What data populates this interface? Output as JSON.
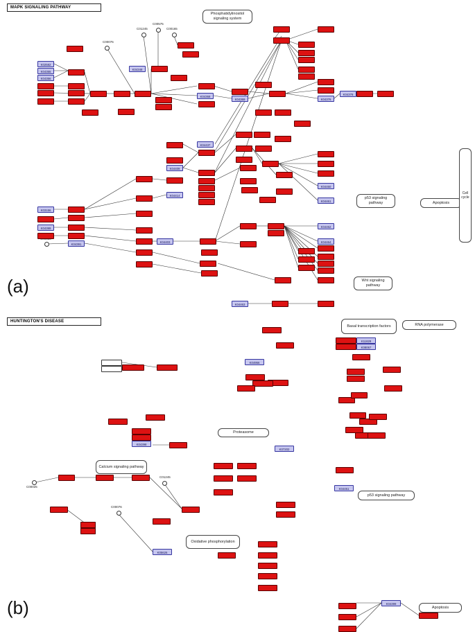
{
  "panel_a": {
    "label": "(a)",
    "title": "MAPK SIGNALING PATHWAY",
    "pathway_labels": {
      "phosphatidylinositol": "Phosphatidylinositol signaling system",
      "p53": "p53 signaling pathway",
      "apoptosis": "Apoptosis",
      "wnt": "Wnt signaling pathway",
      "cell_cycle": "Cell cycle"
    },
    "compounds": {
      "c00076": "C00076",
      "c01245": "C01245",
      "c00575": "C00575",
      "c00165": "C00165",
      "c00338": "C00338"
    },
    "blue_nodes": {
      "k02582": "K02582",
      "k04355": "K04355",
      "k04356": "K04356",
      "k04348": "K04348",
      "k04368": "K04368",
      "k04369": "K04369",
      "k04378": "K04378",
      "k04376": "K04376",
      "k04437": "K04437",
      "k04409": "K04409",
      "k04414": "K04414",
      "k03156": "K03156",
      "k04399": "K04399",
      "k04391": "K04391",
      "k04403": "K04403",
      "k04460": "K04460",
      "k04461": "K04461",
      "k04462": "K04462",
      "k04464": "K04464",
      "k04463": "K04463"
    }
  },
  "panel_b": {
    "label": "(b)",
    "title": "HUNTINGTON'S DISEASE",
    "pathway_labels": {
      "basal": "Basal transcription factors",
      "rna_pol": "RNA polymerase",
      "proteasome": "Proteasome",
      "calcium": "Calcium signaling pathway",
      "oxidative": "Oxidative phosphorylation",
      "p53": "p53 signaling pathway",
      "apoptosis": "Apoptosis"
    },
    "compounds": {
      "c00025": "C00025",
      "c01245": "C01245",
      "c00076": "C00076"
    },
    "blue_nodes": {
      "k11829": "K11829",
      "k08067": "K08067",
      "k04956": "K04956",
      "k04398": "K04398",
      "k07202": "K07202",
      "k04451": "K04451",
      "k05626": "K05626",
      "k04399": "K04399"
    }
  },
  "colors": {
    "red_node": "#dd1212",
    "blue_node": "#c6c6ef",
    "edge": "#333333"
  }
}
